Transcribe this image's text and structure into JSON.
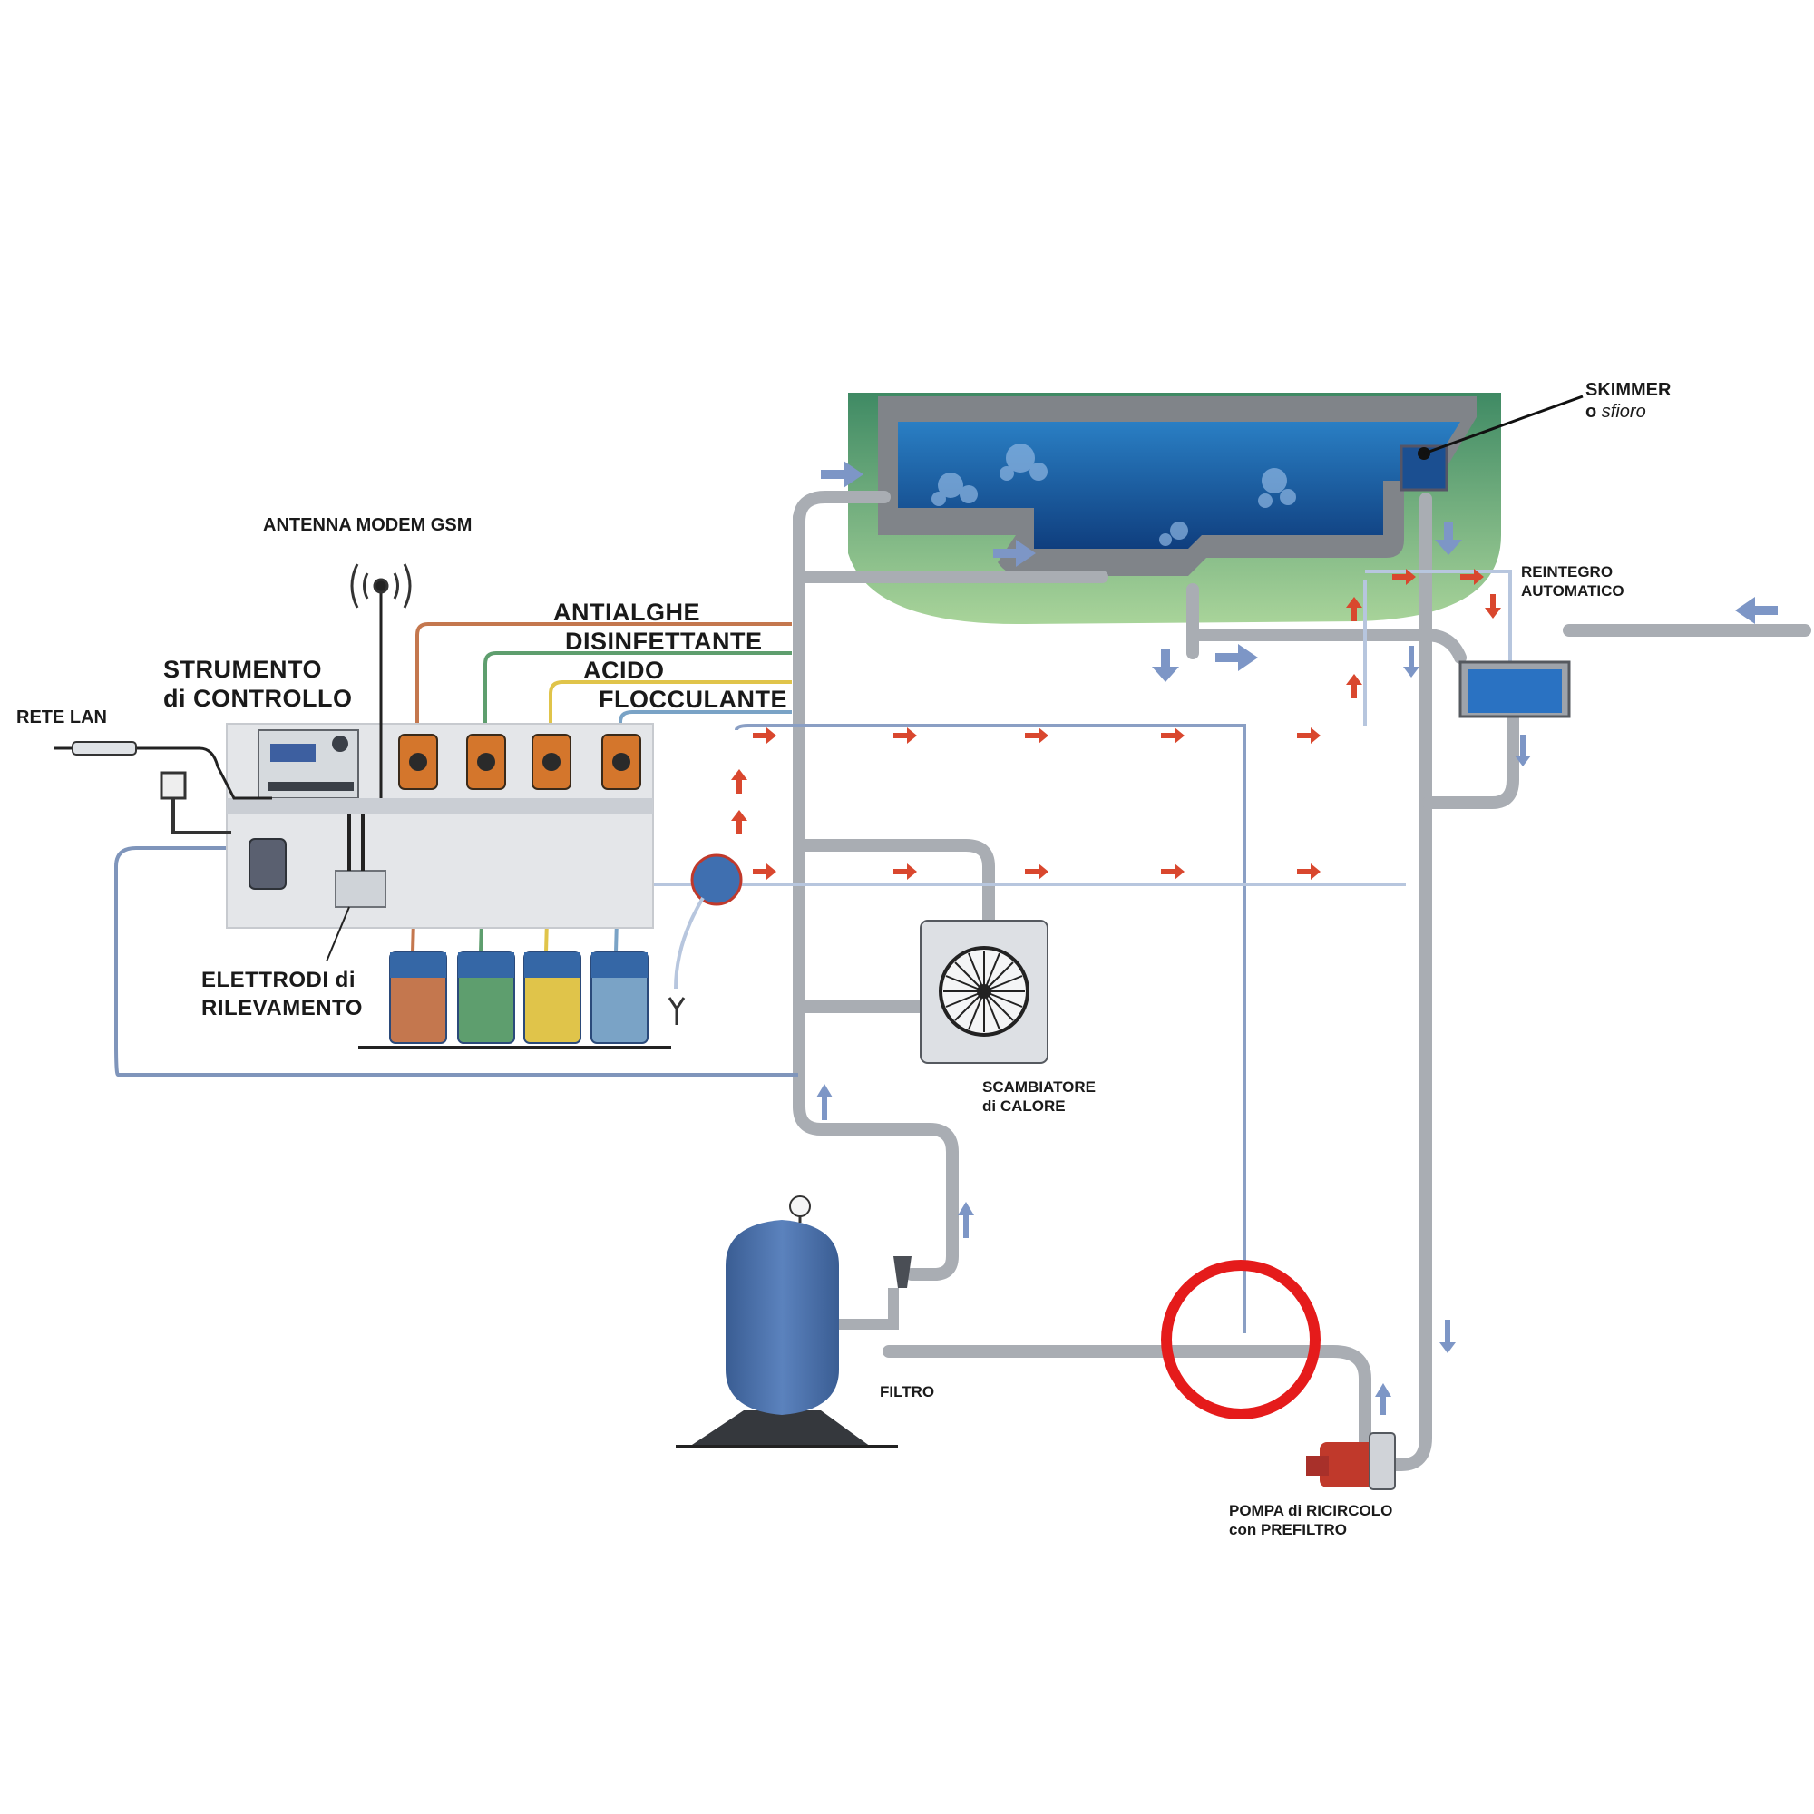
{
  "labels": {
    "antenna": "ANTENNA MODEM GSM",
    "rete_lan": "RETE LAN",
    "strumento_line1": "STRUMENTO",
    "strumento_line2": "di CONTROLLO",
    "antialghe": "ANTIALGHE",
    "disinfettante": "DISINFETTANTE",
    "acido": "ACIDO",
    "flocculante": "FLOCCULANTE",
    "elettrodi_line1": "ELETTRODI di",
    "elettrodi_line2": "RILEVAMENTO",
    "skimmer_line1": "SKIMMER",
    "skimmer_line2_prefix": "o",
    "skimmer_line2_italic": "sfioro",
    "reintegro_line1": "REINTEGRO",
    "reintegro_line2": "AUTOMATICO",
    "scambiatore_line1": "SCAMBIATORE",
    "scambiatore_line2": "di CALORE",
    "filtro": "FILTRO",
    "pompa_line1": "POMPA di RICIRCOLO",
    "pompa_line2": "con PREFILTRO"
  },
  "colors": {
    "pool_green": "#5f9e7a",
    "pool_water": "#1f6db3",
    "pipe_grey": "#b8bcc2",
    "pipe_edge": "#6e7278",
    "panel": "#e4e6e9",
    "flow_red": "#d9472e",
    "flow_blue": "#7d96c6",
    "antialghe": "#c4774e",
    "disinfettante": "#5e9e6e",
    "acido": "#e0c44a",
    "flocculante": "#7aa3c6",
    "highlight": "#e51b1b",
    "filter_tank": "#4a6fa8",
    "pump": "#c0392b"
  },
  "icons": {
    "antenna": "antenna-icon",
    "heat_exchanger_fan": "fan-icon",
    "pressure_gauge": "gauge-icon"
  }
}
